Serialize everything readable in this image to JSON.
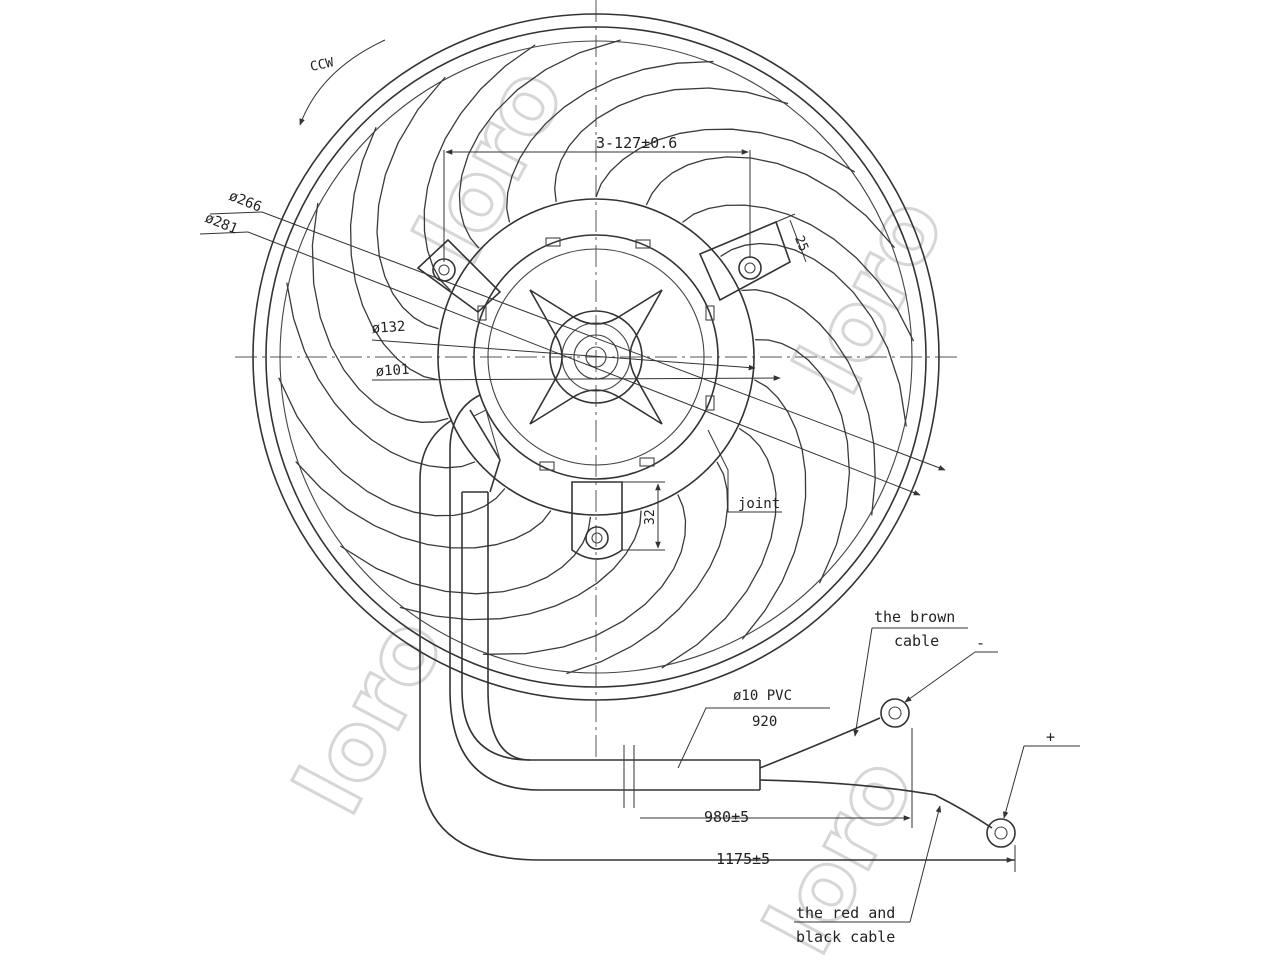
{
  "watermark": {
    "text": "loro"
  },
  "rotation": {
    "label": "CCW"
  },
  "dimensions": {
    "bolt_circle": "3-127±0.6",
    "ring_outer": "ø266",
    "ring_inner": "ø281",
    "hub_outer": "ø132",
    "hub_inner": "ø101",
    "lug_height": "25",
    "lug_depth": "32",
    "joint": "joint",
    "cable_spec": "ø10 PVC",
    "cable_length": "920",
    "length_short": "980±5",
    "length_long": "1175±5"
  },
  "labels": {
    "brown_cable_line1": "the brown",
    "brown_cable_line2": "cable",
    "minus": "-",
    "plus": "+",
    "red_black_line1": "the red and",
    "red_black_line2": "black cable"
  }
}
